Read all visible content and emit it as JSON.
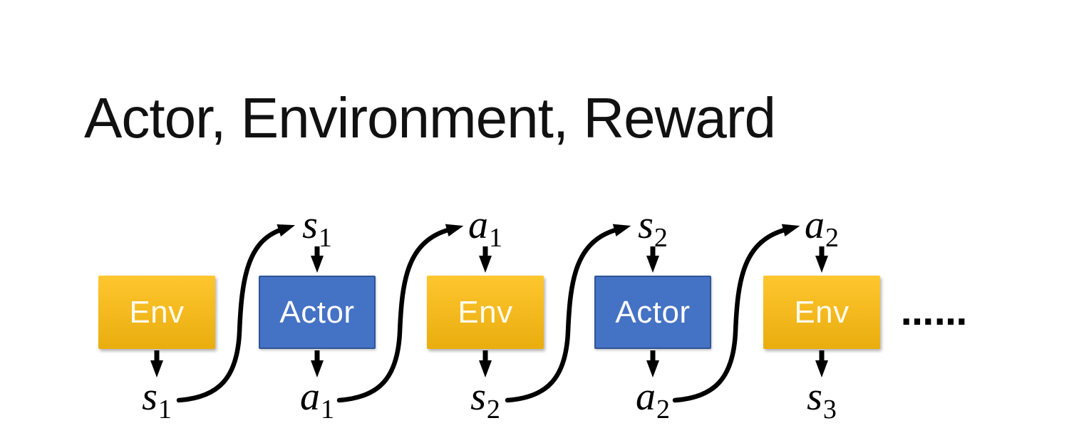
{
  "title": "Actor, Environment, Reward",
  "colors": {
    "background": "#FFFFFF",
    "title_text": "#111111",
    "env_gradient_top": "#FEC62F",
    "env_gradient_bottom": "#E9AD0E",
    "env_text": "#FFFBEE",
    "actor_fill": "#4472C4",
    "actor_border": "#2F5597",
    "actor_text": "#FFFFFF",
    "arrow": "#000000",
    "label_text": "#000000"
  },
  "diagram": {
    "boxes": [
      {
        "kind": "env",
        "label": "Env",
        "top_label": null,
        "bottom_label": {
          "base": "s",
          "sub": "1"
        }
      },
      {
        "kind": "actor",
        "label": "Actor",
        "top_label": {
          "base": "s",
          "sub": "1"
        },
        "bottom_label": {
          "base": "a",
          "sub": "1"
        }
      },
      {
        "kind": "env",
        "label": "Env",
        "top_label": {
          "base": "a",
          "sub": "1"
        },
        "bottom_label": {
          "base": "s",
          "sub": "2"
        }
      },
      {
        "kind": "actor",
        "label": "Actor",
        "top_label": {
          "base": "s",
          "sub": "2"
        },
        "bottom_label": {
          "base": "a",
          "sub": "2"
        }
      },
      {
        "kind": "env",
        "label": "Env",
        "top_label": {
          "base": "a",
          "sub": "2"
        },
        "bottom_label": {
          "base": "s",
          "sub": "3"
        }
      }
    ],
    "ellipsis": "……"
  }
}
